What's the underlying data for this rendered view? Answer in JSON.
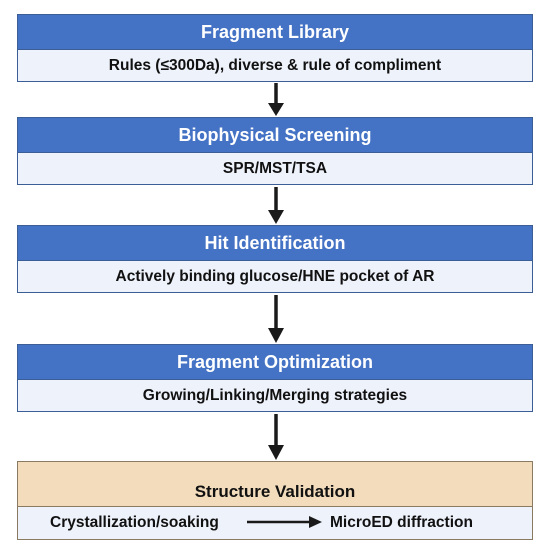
{
  "stages": [
    {
      "title": "Fragment Library",
      "detail": "Rules (≤300Da), diverse & rule of compliment"
    },
    {
      "title": "Biophysical Screening",
      "detail": "SPR/MST/TSA"
    },
    {
      "title": "Hit Identification",
      "detail": "Actively binding glucose/HNE pocket of AR"
    },
    {
      "title": "Fragment Optimization",
      "detail": "Growing/Linking/Merging strategies"
    }
  ],
  "validation": {
    "title": "Structure Validation",
    "from": "Crystallization/soaking",
    "to": "MicroED diffraction"
  },
  "colors": {
    "stage_header": "#4472c4",
    "stage_body": "#eef2fb",
    "validation_header": "#f2dcbc",
    "arrow": "#1a1a1a"
  }
}
